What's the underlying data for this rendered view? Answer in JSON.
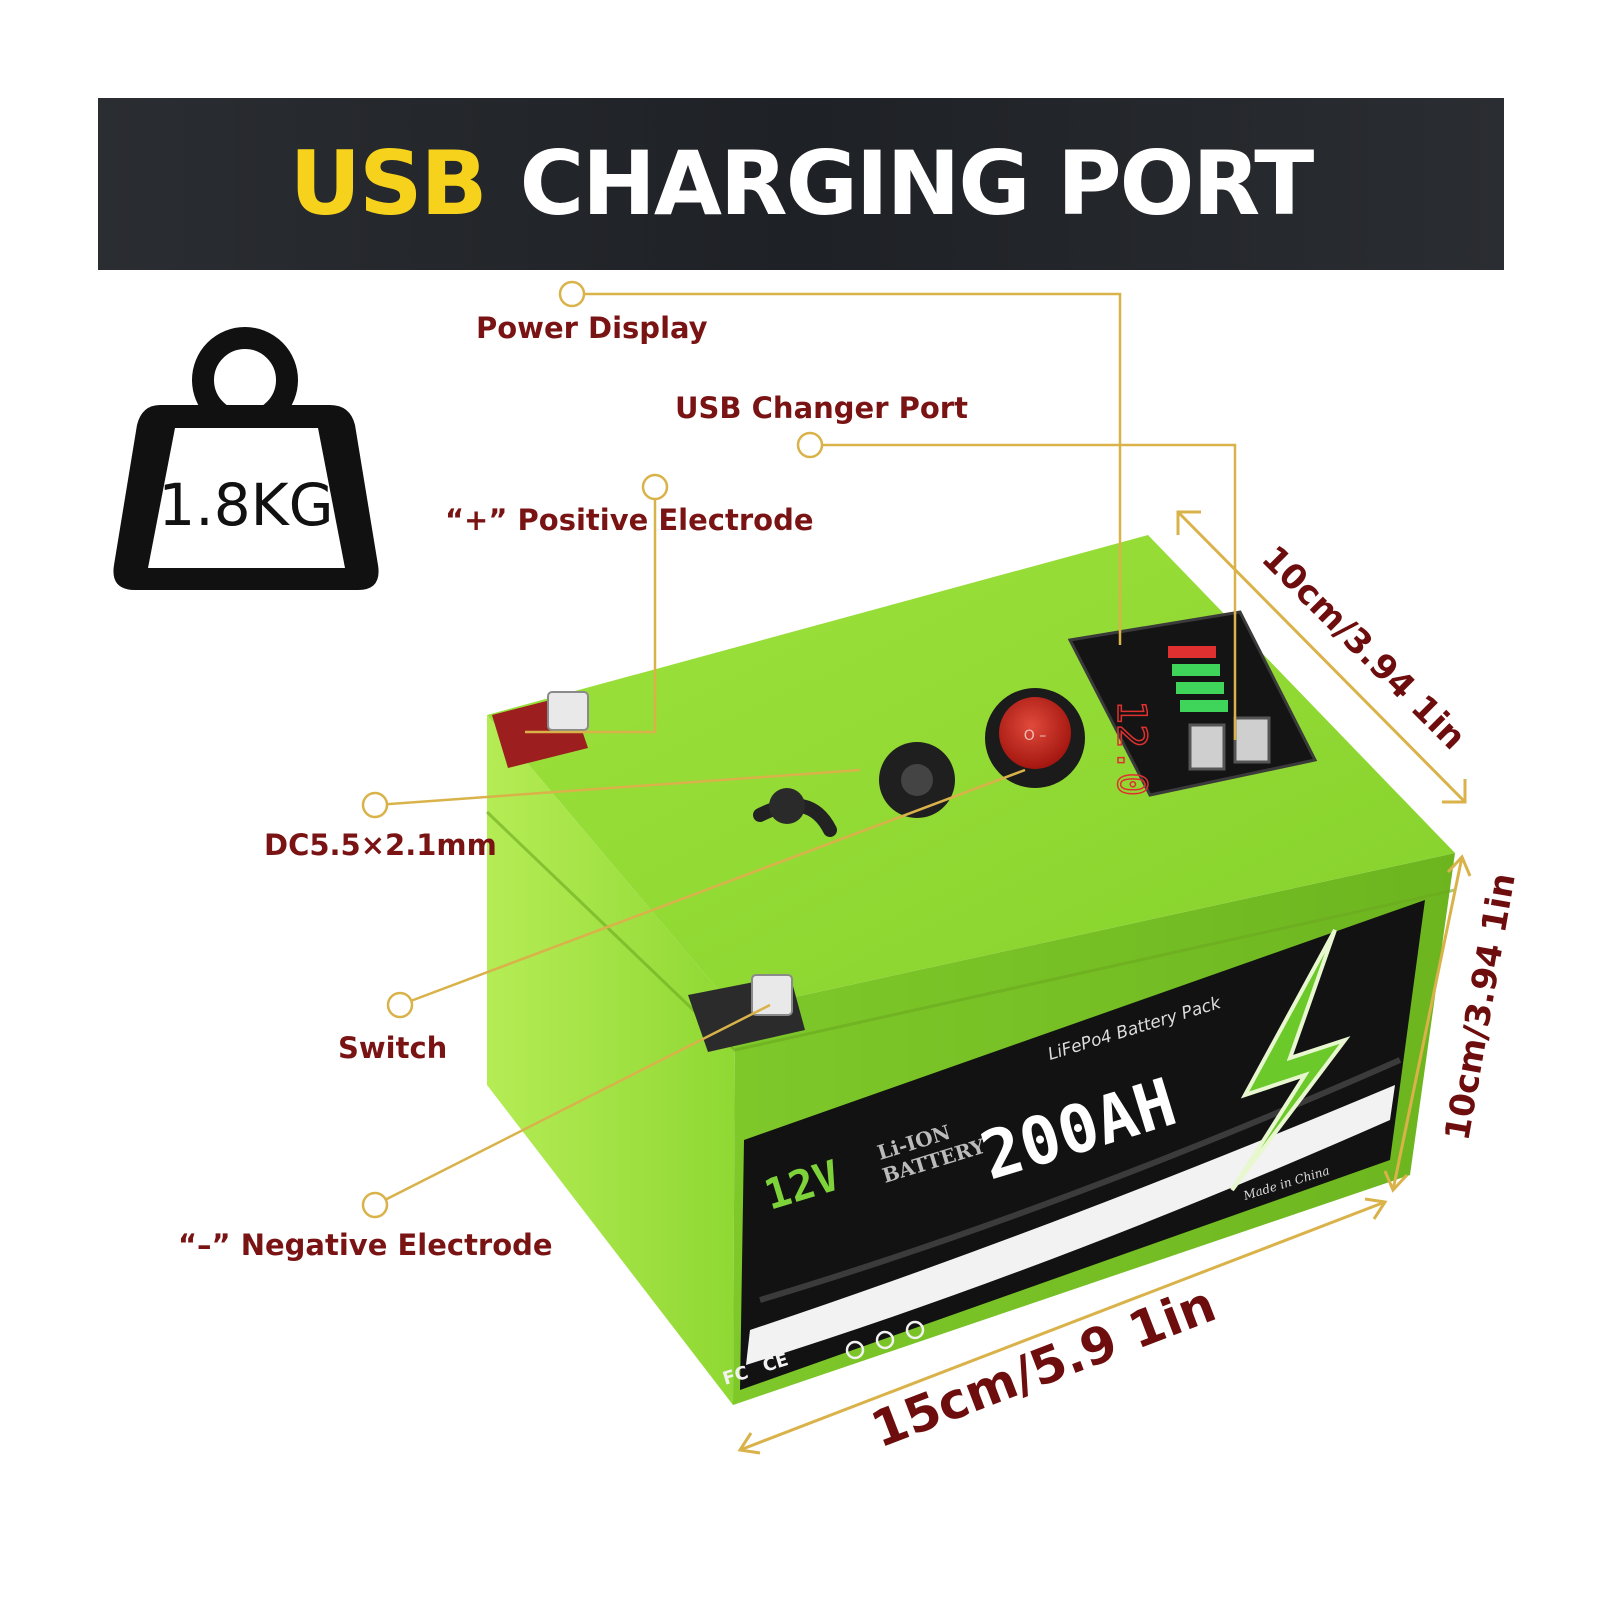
{
  "banner": {
    "highlight": "USB",
    "rest": "CHARGING PORT"
  },
  "weight": {
    "icon": "weight-icon",
    "text": "1.8KG"
  },
  "callouts": {
    "power_display": "Power Display",
    "usb_port": "USB Changer Port",
    "positive": "“+” Positive Electrode",
    "dc_jack": "DC5.5×2.1mm",
    "switch": "Switch",
    "negative": "“–” Negative Electrode"
  },
  "battery": {
    "voltage": "12V",
    "type_line1": "Li-ION",
    "type_line2": "BATTERY",
    "capacity": "200AH",
    "pack_label": "LiFePo4 Battery Pack",
    "origin": "Made in China",
    "display_reading": "12.0",
    "certifications": [
      "FC",
      "CE"
    ]
  },
  "dimensions": {
    "depth": "10cm/3.94 1in",
    "height": "10cm/3.94 1in",
    "length": "15cm/5.9 1in"
  },
  "colors": {
    "banner_bg": "#1e2125",
    "banner_highlight": "#f7d21c",
    "label_text": "#7a1414",
    "callout_line": "#d9b24a",
    "battery_green": "#8fd833",
    "label_black": "#121212"
  }
}
